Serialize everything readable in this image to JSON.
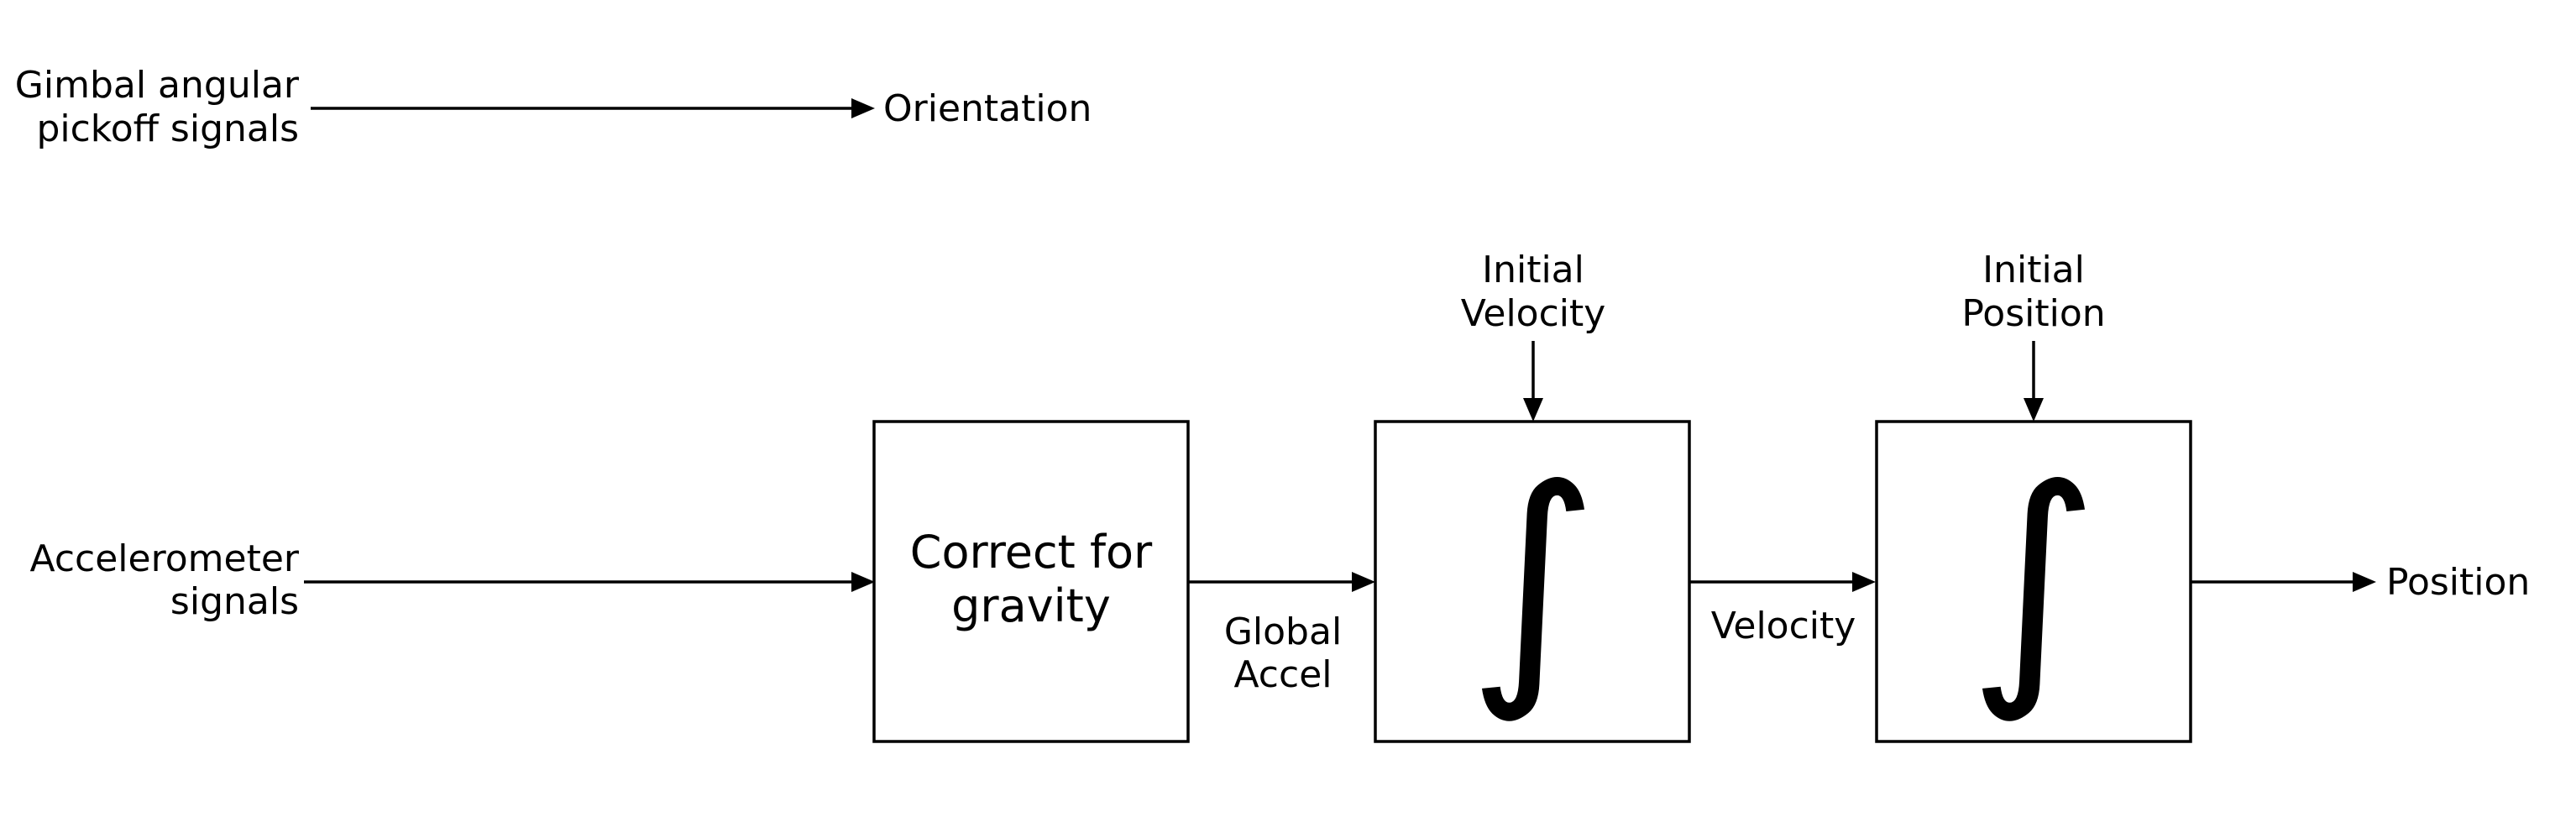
{
  "inputs": {
    "gimbal": [
      "Gimbal angular",
      "pickoff signals"
    ],
    "accelerometer": [
      "Accelerometer",
      "signals"
    ]
  },
  "outputs": {
    "orientation": "Orientation",
    "position": "Position"
  },
  "blocks": {
    "gravity": [
      "Correct for",
      "gravity"
    ],
    "integrator_symbol": "∫"
  },
  "signals": {
    "global_accel": [
      "Global",
      "Accel"
    ],
    "velocity": "Velocity",
    "initial_velocity": [
      "Initial",
      "Velocity"
    ],
    "initial_position": [
      "Initial",
      "Position"
    ]
  }
}
